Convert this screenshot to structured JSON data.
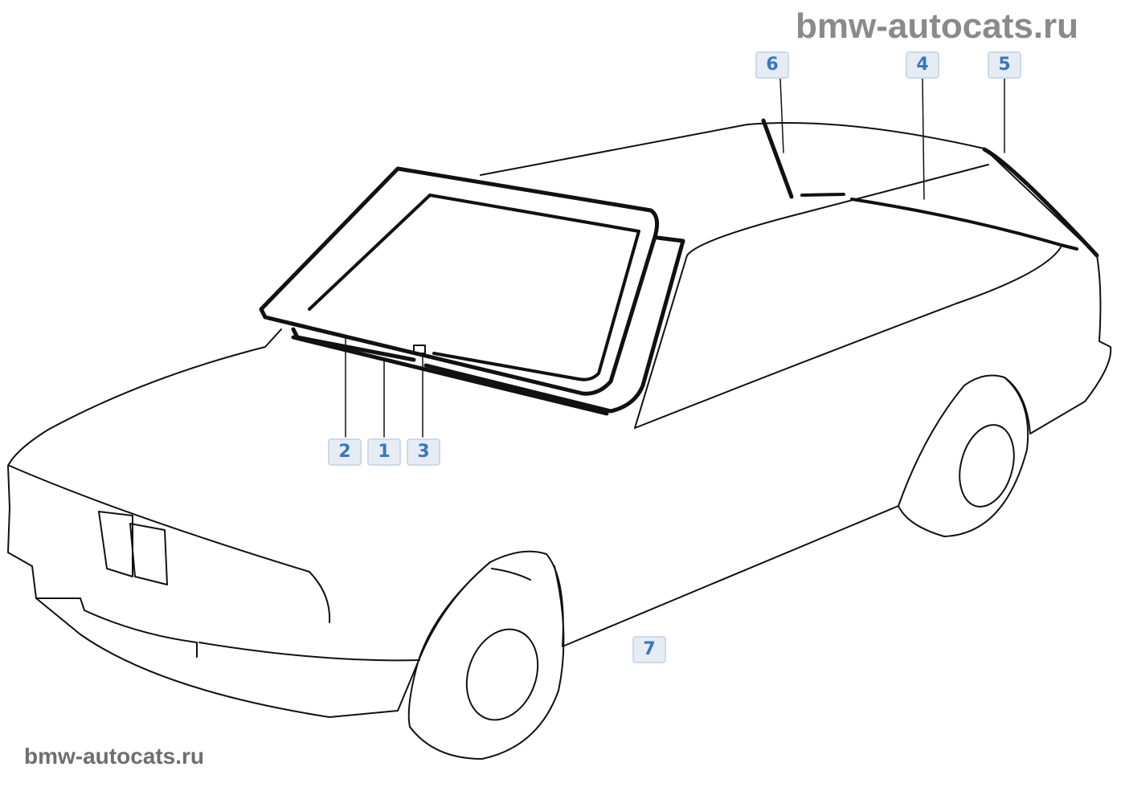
{
  "watermark": "bmw-autocats.ru",
  "callouts": [
    {
      "id": "1",
      "label": "1"
    },
    {
      "id": "2",
      "label": "2"
    },
    {
      "id": "3",
      "label": "3"
    },
    {
      "id": "4",
      "label": "4"
    },
    {
      "id": "5",
      "label": "5"
    },
    {
      "id": "6",
      "label": "6"
    },
    {
      "id": "7",
      "label": "7"
    }
  ]
}
